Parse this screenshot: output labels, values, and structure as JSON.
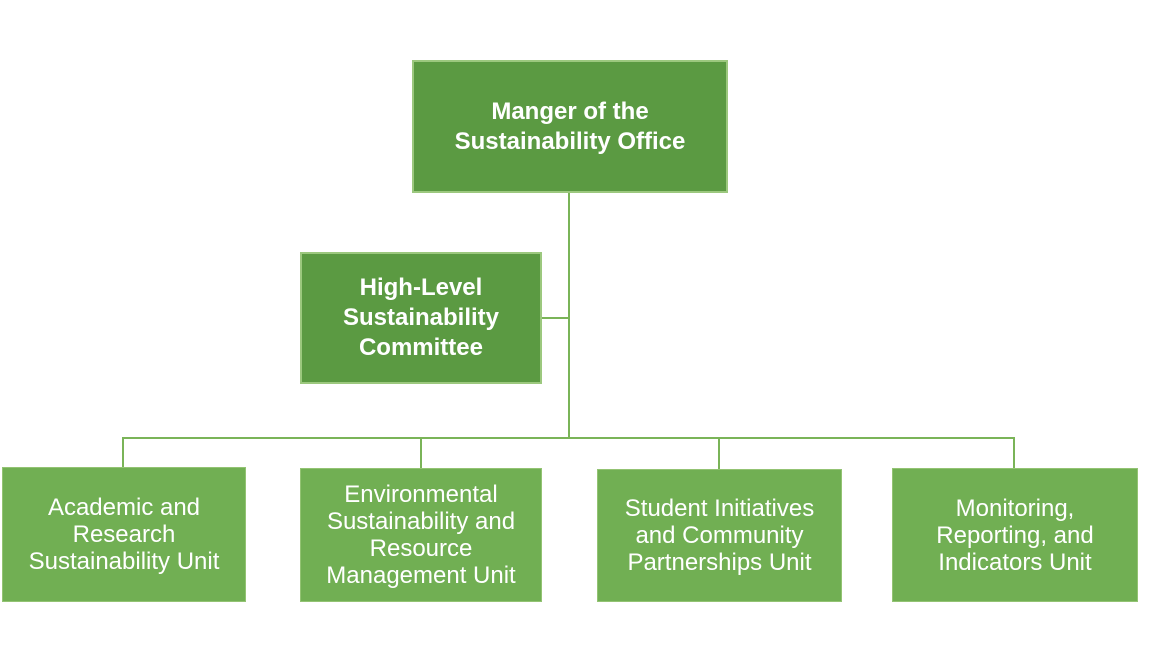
{
  "colors": {
    "dark_box_fill": "#5B9A42",
    "light_box_fill": "#71AF53",
    "connector_line": "#7AB458",
    "text": "#FFFFFF",
    "background": "#FFFFFF"
  },
  "org_chart": {
    "manager": {
      "label": "Manger of the\nSustainability Office"
    },
    "committee": {
      "label": "High-Level\nSustainability\nCommittee"
    },
    "units": [
      {
        "label": "Academic and\nResearch\nSustainability Unit"
      },
      {
        "label": "Environmental\nSustainability and\nResource\nManagement Unit"
      },
      {
        "label": "Student Initiatives\nand Community\nPartnerships Unit"
      },
      {
        "label": "Monitoring,\nReporting, and\nIndicators Unit"
      }
    ]
  }
}
